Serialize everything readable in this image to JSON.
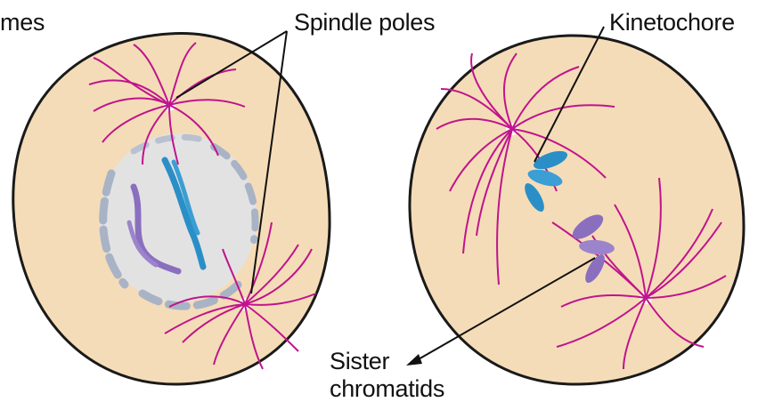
{
  "labels": {
    "chromosomes_partial": "mes",
    "spindle_poles": "Spindle poles",
    "kinetochore": "Kinetochore",
    "sister_line1": "Sister",
    "sister_line2": "chromatids"
  },
  "colors": {
    "cell_fill": "#f5dcb8",
    "cell_outline": "#1a1a1a",
    "spindle_fiber": "#c0148c",
    "nucleus_fill": "#dfe3ea",
    "nuclear_envelope": "#a9b3c6",
    "chromatid_blue": "#2a8fc7",
    "chromatid_purple": "#8a6fbf",
    "leader_line": "#111111"
  }
}
